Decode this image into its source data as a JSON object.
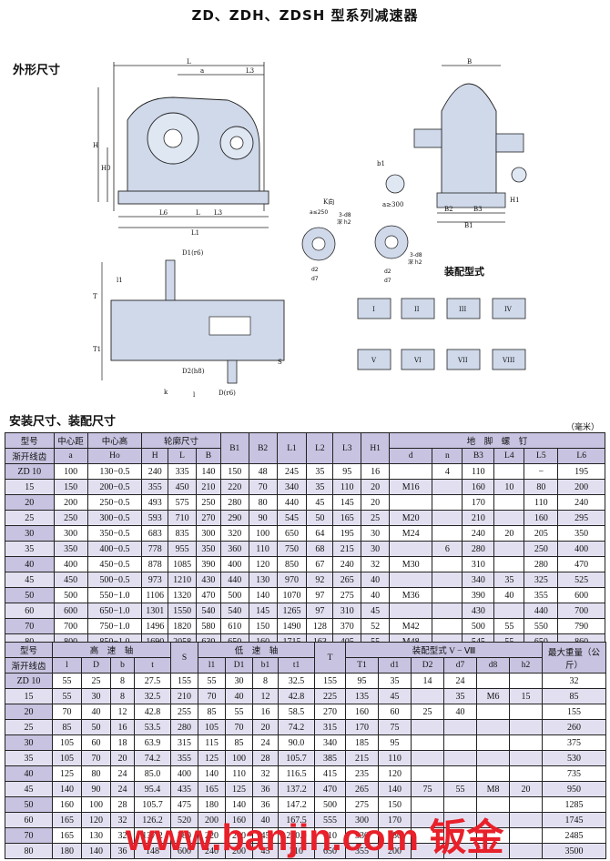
{
  "title": "ZD、ZDH、ZDSH 型系列减速器",
  "sections": {
    "outline": "外形尺寸",
    "install": "安装尺寸、装配尺寸",
    "assembly": "装配型式",
    "unit": "（毫米）"
  },
  "drawing_labels": {
    "front": [
      "L",
      "a",
      "L3",
      "H",
      "H0",
      "L6",
      "L",
      "L3",
      "L1"
    ],
    "side": [
      "B",
      "b1",
      "a≥300",
      "B2",
      "B3",
      "B1",
      "H1"
    ],
    "kview": [
      "K向",
      "a≤250",
      "3-d8",
      "深 h2",
      "d2",
      "d7",
      "3-d8",
      "深 h2",
      "d2",
      "d7"
    ],
    "plan": [
      "D1(r6)",
      "l1",
      "T",
      "T1",
      "S",
      "D2(h8)",
      "k",
      "D(r6)",
      "l"
    ],
    "assembly_types": [
      "I",
      "II",
      "III",
      "IV",
      "V",
      "VI",
      "VII",
      "VIII"
    ]
  },
  "table1": {
    "header1": [
      "型号",
      "中心距",
      "中心高",
      "轮廓尺寸",
      "B1",
      "B2",
      "L1",
      "L2",
      "L3",
      "H1",
      "地　脚　螺　钉"
    ],
    "header2": [
      "渐开线齿",
      "a",
      "Ho",
      "H",
      "L",
      "B",
      "d",
      "n",
      "B3",
      "L4",
      "L5",
      "L6"
    ],
    "rows": [
      [
        "ZD 10",
        "100",
        "130−0.5",
        "240",
        "335",
        "140",
        "150",
        "48",
        "245",
        "35",
        "95",
        "16",
        "",
        "4",
        "110",
        "",
        "−",
        "195"
      ],
      [
        "15",
        "150",
        "200−0.5",
        "355",
        "450",
        "210",
        "220",
        "70",
        "340",
        "35",
        "110",
        "20",
        "M16",
        "",
        "160",
        "10",
        "80",
        "200"
      ],
      [
        "20",
        "200",
        "250−0.5",
        "493",
        "575",
        "250",
        "280",
        "80",
        "440",
        "45",
        "145",
        "20",
        "",
        "",
        "170",
        "",
        "110",
        "240"
      ],
      [
        "25",
        "250",
        "300−0.5",
        "593",
        "710",
        "270",
        "290",
        "90",
        "545",
        "50",
        "165",
        "25",
        "M20",
        "",
        "210",
        "",
        "160",
        "295"
      ],
      [
        "30",
        "300",
        "350−0.5",
        "683",
        "835",
        "300",
        "320",
        "100",
        "650",
        "64",
        "195",
        "30",
        "M24",
        "",
        "240",
        "20",
        "205",
        "350"
      ],
      [
        "35",
        "350",
        "400−0.5",
        "778",
        "955",
        "350",
        "360",
        "110",
        "750",
        "68",
        "215",
        "30",
        "",
        "6",
        "280",
        "",
        "250",
        "400"
      ],
      [
        "40",
        "400",
        "450−0.5",
        "878",
        "1085",
        "390",
        "400",
        "120",
        "850",
        "67",
        "240",
        "32",
        "M30",
        "",
        "310",
        "",
        "280",
        "470"
      ],
      [
        "45",
        "450",
        "500−0.5",
        "973",
        "1210",
        "430",
        "440",
        "130",
        "970",
        "92",
        "265",
        "40",
        "",
        "",
        "340",
        "35",
        "325",
        "525"
      ],
      [
        "50",
        "500",
        "550−1.0",
        "1106",
        "1320",
        "470",
        "500",
        "140",
        "1070",
        "97",
        "275",
        "40",
        "M36",
        "",
        "390",
        "40",
        "355",
        "600"
      ],
      [
        "60",
        "600",
        "650−1.0",
        "1301",
        "1550",
        "540",
        "540",
        "145",
        "1265",
        "97",
        "310",
        "45",
        "",
        "",
        "430",
        "",
        "440",
        "700"
      ],
      [
        "70",
        "700",
        "750−1.0",
        "1496",
        "1820",
        "580",
        "610",
        "150",
        "1490",
        "128",
        "370",
        "52",
        "M42",
        "",
        "500",
        "55",
        "550",
        "790"
      ],
      [
        "80",
        "800",
        "850−1.0",
        "1690",
        "2058",
        "630",
        "650",
        "160",
        "1715",
        "163",
        "405",
        "55",
        "M48",
        "",
        "545",
        "55",
        "650",
        "860"
      ]
    ]
  },
  "table2": {
    "header1": [
      "型号",
      "高　速　轴",
      "S",
      "低　速　轴",
      "T",
      "装配型式 V − Ⅷ",
      "最大重量（公斤）"
    ],
    "header2": [
      "渐开线齿",
      "l",
      "D",
      "b",
      "t",
      "l1",
      "D1",
      "b1",
      "t1",
      "T1",
      "d1",
      "D2",
      "d7",
      "d8",
      "h2"
    ],
    "rows": [
      [
        "ZD 10",
        "55",
        "25",
        "8",
        "27.5",
        "155",
        "55",
        "30",
        "8",
        "32.5",
        "155",
        "95",
        "35",
        "14",
        "24",
        "",
        "",
        "32"
      ],
      [
        "15",
        "55",
        "30",
        "8",
        "32.5",
        "210",
        "70",
        "40",
        "12",
        "42.8",
        "225",
        "135",
        "45",
        "",
        "35",
        "M6",
        "15",
        "85"
      ],
      [
        "20",
        "70",
        "40",
        "12",
        "42.8",
        "255",
        "85",
        "55",
        "16",
        "58.5",
        "270",
        "160",
        "60",
        "25",
        "40",
        "",
        "",
        "155"
      ],
      [
        "25",
        "85",
        "50",
        "16",
        "53.5",
        "280",
        "105",
        "70",
        "20",
        "74.2",
        "315",
        "170",
        "75",
        "",
        "",
        "",
        "",
        "260"
      ],
      [
        "30",
        "105",
        "60",
        "18",
        "63.9",
        "315",
        "115",
        "85",
        "24",
        "90.0",
        "340",
        "185",
        "95",
        "",
        "",
        "",
        "",
        "375"
      ],
      [
        "35",
        "105",
        "70",
        "20",
        "74.2",
        "355",
        "125",
        "100",
        "28",
        "105.7",
        "385",
        "215",
        "110",
        "",
        "",
        "",
        "",
        "530"
      ],
      [
        "40",
        "125",
        "80",
        "24",
        "85.0",
        "400",
        "140",
        "110",
        "32",
        "116.5",
        "415",
        "235",
        "120",
        "",
        "",
        "",
        "",
        "735"
      ],
      [
        "45",
        "140",
        "90",
        "24",
        "95.4",
        "435",
        "165",
        "125",
        "36",
        "137.2",
        "470",
        "265",
        "140",
        "75",
        "55",
        "M8",
        "20",
        "950"
      ],
      [
        "50",
        "160",
        "100",
        "28",
        "105.7",
        "475",
        "180",
        "140",
        "36",
        "147.2",
        "500",
        "275",
        "150",
        "",
        "",
        "",
        "",
        "1285"
      ],
      [
        "60",
        "165",
        "120",
        "32",
        "126.2",
        "520",
        "200",
        "160",
        "40",
        "167.5",
        "555",
        "300",
        "170",
        "",
        "",
        "",
        "",
        "1745"
      ],
      [
        "70",
        "165",
        "130",
        "32",
        "137.2",
        "580",
        "220",
        "200",
        "45",
        "210.0",
        "610",
        "330",
        "180",
        "",
        "",
        "",
        "",
        "2485"
      ],
      [
        "80",
        "180",
        "140",
        "36",
        "148",
        "600",
        "240",
        "200",
        "45",
        "210",
        "650",
        "355",
        "200",
        "",
        "",
        "",
        "",
        "3500"
      ]
    ]
  },
  "watermark": "www.banjin.com 钣金",
  "colors": {
    "header": "#c7c3e0",
    "alt": "#e2e0f0",
    "drawing": "#cfd9ea",
    "watermark": "#e8202a"
  }
}
